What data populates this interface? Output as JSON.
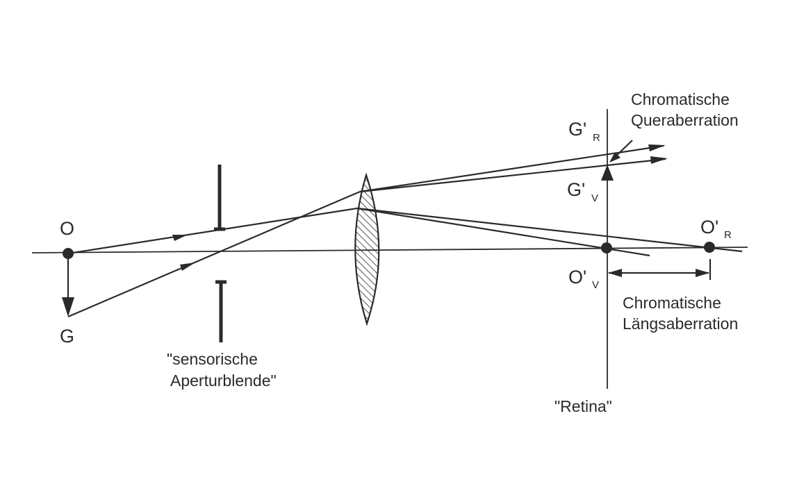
{
  "labels": {
    "object_point": "O",
    "object_tip": "G",
    "image_tip_red": "G'",
    "image_tip_red_sub": "R",
    "image_tip_violet": "G'",
    "image_tip_violet_sub": "V",
    "image_point_red": "O'",
    "image_point_red_sub": "R",
    "image_point_violet": "O'",
    "image_point_violet_sub": "V"
  },
  "captions": {
    "transverse_line1": "Chromatische",
    "transverse_line2": "Queraberration",
    "longitudinal_line1": "Chromatische",
    "longitudinal_line2": "Längsaberration",
    "aperture_line1": "\"sensorische",
    "aperture_line2": "Aperturblende\"",
    "retina": "\"Retina\""
  },
  "colors": {
    "ink": "#2a2a2a",
    "background": "#ffffff"
  }
}
